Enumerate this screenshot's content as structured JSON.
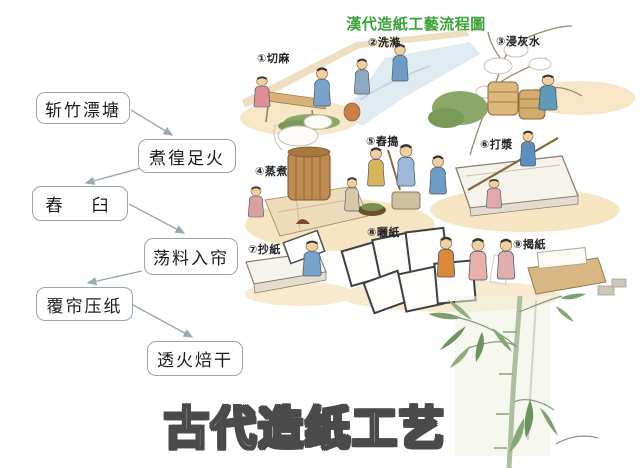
{
  "titles": {
    "main_bottom": "古代造纸工艺"
  },
  "illustration": {
    "title": "漢代造紙工藝流程圖",
    "steps": [
      {
        "label": "①切麻"
      },
      {
        "label": "②洗滌"
      },
      {
        "label": "③浸灰水"
      },
      {
        "label": "④蒸煮"
      },
      {
        "label": "⑤舂搗"
      },
      {
        "label": "⑥打漿"
      },
      {
        "label": "⑦抄紙"
      },
      {
        "label": "⑧曬紙"
      },
      {
        "label": "⑨揭紙"
      }
    ]
  },
  "flowchart": {
    "steps": [
      {
        "label": "斩竹漂塘"
      },
      {
        "label": "煮徨足火"
      },
      {
        "label": "舂　臼"
      },
      {
        "label": "荡料入帘"
      },
      {
        "label": "覆帘压纸"
      },
      {
        "label": "透火焙干"
      }
    ]
  },
  "colors": {
    "illustration_title_green": "#3aa33a",
    "flow_box_border": "#9aa5a5",
    "main_title_fill": "#ffffff",
    "main_title_outline": "#4a4a4a",
    "bamboo_leaf_green": "#7ba06e"
  },
  "decor": {
    "bamboo": "bamboo-ink-painting"
  }
}
